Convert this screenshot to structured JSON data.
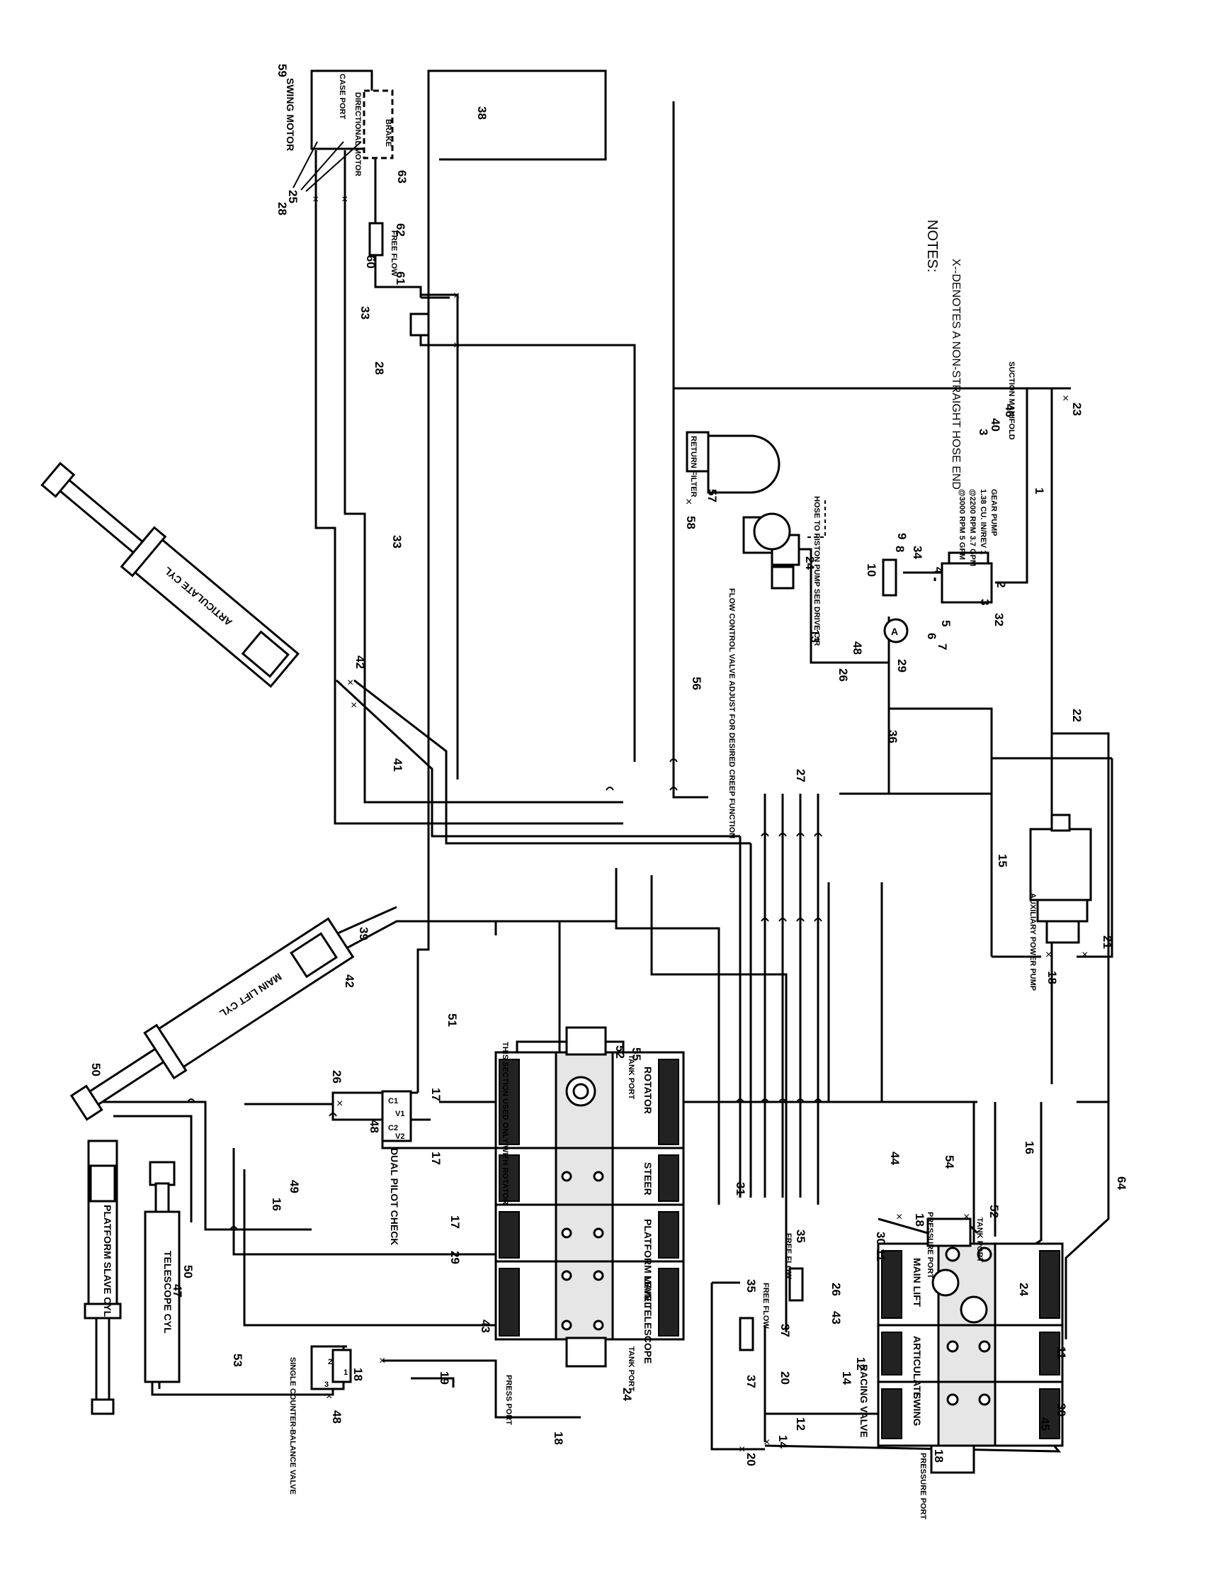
{
  "notes": {
    "title": "NOTES:",
    "line1": "X--DENOTES A NON-STRAIGHT HOSE END"
  },
  "components": {
    "swing_motor": "SWING MOTOR",
    "case_port": "CASE PORT",
    "directional_motor": "DIRECTIONAL MOTOR",
    "brake": "BRAKE",
    "free_flow_swing": "FREE FLOW",
    "articulate_cyl": "ARTICULATE CYL",
    "main_lift_cyl": "MAIN LIFT CYL",
    "platform_slave_cyl": "PLATFORM SLAVE CYL",
    "telescope_cyl": "TELESCOPE CYL",
    "dual_pilot_check": "DUAL PILOT CHECK",
    "single_counter_balance": "SINGLE COUNTER-BALANCE VALVE",
    "section_note": "THIS SECTION USED ONLY WITH ROTATOR",
    "press_port": "PRESS PORT",
    "tank_port": "TANK PORT",
    "racing_valve": "RACING VALVE",
    "pressure_port": "PRESSURE PORT",
    "free_flow_a": "FREE FLOW",
    "free_flow_b": "FREE FLOW",
    "flow_control": "FLOW CONTROL VALVE ADJUST FOR DESIRED CREEP FUNCTION",
    "hose_to_piston": "HOSE TO PISTON PUMP SEE DRIVE CIR",
    "gear_pump_1": "GEAR PUMP",
    "gear_pump_2": "1.38 CU. IN/REV 1",
    "gear_pump_3": "@2200 RPM 3.7 GPM",
    "gear_pump_4": "@3000 RPM 5 GPM",
    "suction_manifold": "SUCTION MANIFOLD",
    "aux_power_pump": "AUXILIARY POWER PUMP",
    "return_filter": "RETURN FILTER",
    "circle_a": "A"
  },
  "spools_left": [
    "ROTATOR",
    "STEER",
    "PLATFORM LEVEL",
    "MAIN TELESCOPE"
  ],
  "spools_right": [
    "MAIN LIFT",
    "ARTICULATE",
    "SWING"
  ],
  "callouts": {
    "c59": "59",
    "c38": "38",
    "c28a": "28",
    "c25": "25",
    "c63": "63",
    "c62": "62",
    "c60": "60",
    "c61": "61",
    "c33a": "33",
    "c28b": "28",
    "c33b": "33",
    "c42a": "42",
    "c41": "41",
    "c56": "56",
    "c57": "57",
    "c58": "58",
    "c24a": "24",
    "c13": "13",
    "c48a": "48",
    "c26a": "26",
    "c29a": "29",
    "c10": "10",
    "c9": "9",
    "c8": "8",
    "c34": "34",
    "c4": "4",
    "c2": "2",
    "c3a": "3",
    "c32": "32",
    "c5": "5",
    "c6": "6",
    "c7": "7",
    "c1": "1",
    "c3b": "3",
    "c40": "40",
    "c46": "46",
    "c23": "23",
    "c22": "22",
    "c36": "36",
    "c27": "27",
    "c15": "15",
    "c21": "21",
    "c18a": "18",
    "c39": "39",
    "c42b": "42",
    "c51": "51",
    "c26b": "26",
    "c48b": "48",
    "c17a": "17",
    "c17b": "17",
    "c50a": "50",
    "c49": "49",
    "c16a": "16",
    "c17c": "17",
    "c29b": "29",
    "c50b": "50",
    "c47": "47",
    "c52a": "52",
    "c55": "55",
    "c31": "31",
    "c44": "44",
    "c54": "54",
    "c16b": "16",
    "c64": "64",
    "c18b": "18",
    "c30a": "30",
    "c11a": "11",
    "c52b": "52",
    "c24b": "24",
    "c35a": "35",
    "c35b": "35",
    "c37a": "37",
    "c37b": "37",
    "c26c": "26",
    "c43a": "43",
    "c12a": "12",
    "c14a": "14",
    "c20a": "20",
    "c30b": "30",
    "c11b": "11",
    "c45": "45",
    "c20b": "20",
    "c14b": "14",
    "c12b": "12",
    "c18c": "18",
    "c43b": "43",
    "c24c": "24",
    "c18d": "18",
    "c53": "53",
    "c19": "19",
    "c18e": "18",
    "c48c": "48",
    "c2b": "2",
    "c1b": "1",
    "c3c": "3"
  }
}
